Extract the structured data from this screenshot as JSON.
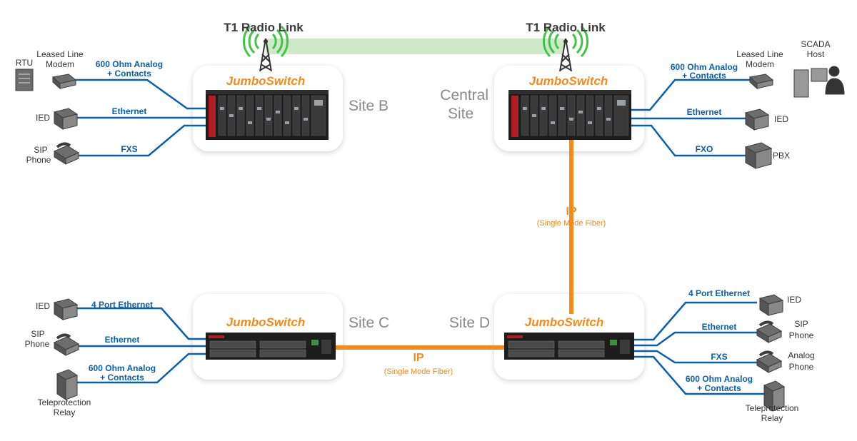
{
  "colors": {
    "blue_link": "#0b5ea8",
    "orange_ip": "#f28a1e",
    "radio_beam": "#cde9c8",
    "signal_green": "#45c24a",
    "site_text": "#8a8a8a"
  },
  "radio": {
    "left_label": "T1 Radio Link",
    "right_label": "T1 Radio Link"
  },
  "brand": "JumboSwitch",
  "sites": {
    "b": "Site B",
    "central_line1": "Central",
    "central_line2": "Site",
    "c": "Site C",
    "d": "Site D"
  },
  "site_b": {
    "rtu": "RTU",
    "modem_line1": "Leased Line",
    "modem_line2": "Modem",
    "analog_line1": "600 Ohm Analog",
    "analog_line2": "+ Contacts",
    "ied": "IED",
    "ethernet": "Ethernet",
    "sip_line1": "SIP",
    "sip_line2": "Phone",
    "fxs": "FXS"
  },
  "central": {
    "analog_line1": "600 Ohm Analog",
    "analog_line2": "+ Contacts",
    "modem_line1": "Leased Line",
    "modem_line2": "Modem",
    "scada_line1": "SCADA",
    "scada_line2": "Host",
    "ethernet": "Ethernet",
    "ied": "IED",
    "fxo": "FXO",
    "pbx": "PBX"
  },
  "vertical_link": {
    "ip": "IP",
    "medium": "(Single Mode Fiber)"
  },
  "horizontal_link": {
    "ip": "IP",
    "medium": "(Single Mode Fiber)"
  },
  "site_c": {
    "ied": "IED",
    "ethernet4": "4 Port Ethernet",
    "sip_line1": "SIP",
    "sip_line2": "Phone",
    "ethernet": "Ethernet",
    "analog_line1": "600 Ohm Analog",
    "analog_line2": "+ Contacts",
    "relay_line1": "Teleprotection",
    "relay_line2": "Relay"
  },
  "site_d": {
    "ethernet4": "4 Port Ethernet",
    "ied": "IED",
    "ethernet": "Ethernet",
    "sip_line1": "SIP",
    "sip_line2": "Phone",
    "fxs": "FXS",
    "analog_phone_line1": "Analog",
    "analog_phone_line2": "Phone",
    "analog_line1": "600 Ohm Analog",
    "analog_line2": "+ Contacts",
    "relay_line1": "Teleprotection",
    "relay_line2": "Relay"
  }
}
